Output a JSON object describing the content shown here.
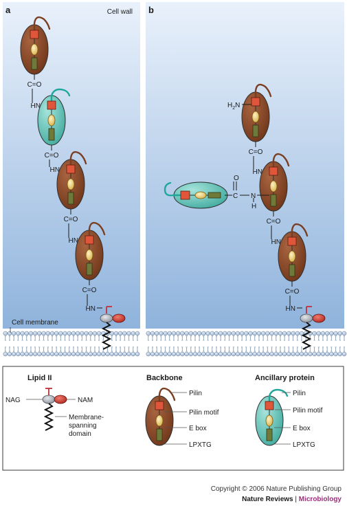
{
  "panel_a": {
    "letter": "a",
    "cell_wall_label": "Cell wall",
    "cell_membrane_label": "Cell membrane",
    "carbonyl": "C=O",
    "amide_nh": "HN"
  },
  "panel_b": {
    "letter": "b",
    "h2n": "H",
    "h2n_sub": "2",
    "h2n_n": "N",
    "carbonyl": "C=O",
    "amide_nh": "HN",
    "side_o": "O",
    "side_c": "C",
    "side_n": "N",
    "side_h": "H"
  },
  "legend": {
    "lipid": {
      "title": "Lipid II",
      "nag": "NAG",
      "nam": "NAM",
      "membrane_line1": "Membrane-",
      "membrane_line2": "spanning",
      "membrane_line3": "domain"
    },
    "backbone": {
      "title": "Backbone",
      "labels": [
        "Pilin",
        "Pilin motif",
        "E box",
        "LPXTG"
      ]
    },
    "ancillary": {
      "title": "Ancillary protein",
      "labels": [
        "Pilin",
        "Pilin motif",
        "E box",
        "LPXTG"
      ]
    }
  },
  "footer": {
    "copyright": "Copyright © 2006 Nature Publishing Group",
    "journal": "Nature Reviews",
    "separator": " | ",
    "section": "Microbiology"
  },
  "colors": {
    "backbone_fill": "#8a4a2a",
    "ancillary_fill": "#6ec9c0",
    "pilin_motif": "#e0563a",
    "e_box": "#f2d27a",
    "lpxtg": "#6f7a3a",
    "nag": "#b8bcc4",
    "nam": "#d23a2f",
    "inhibitor": "#c0303a",
    "microbiology_text": "#9a2f7a"
  }
}
